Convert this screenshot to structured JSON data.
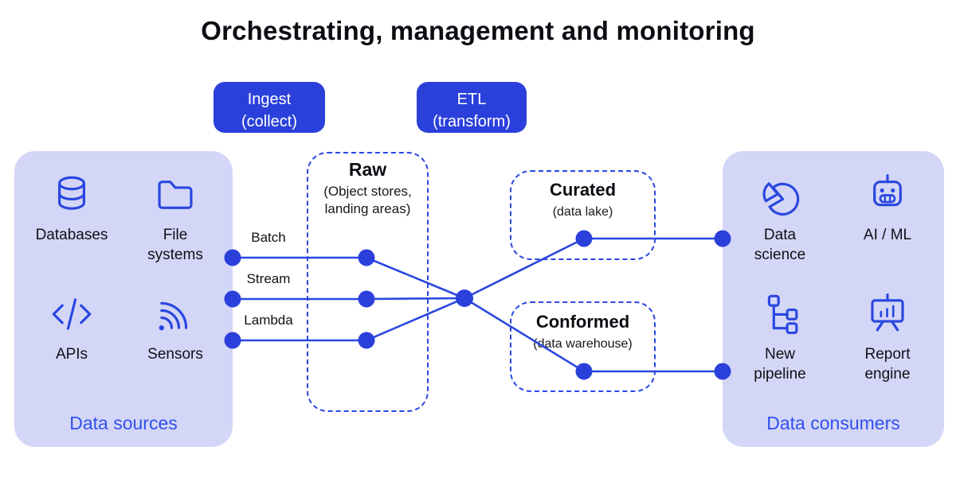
{
  "title": "Orchestrating, management and monitoring",
  "buttons": {
    "ingest": {
      "line1": "Ingest",
      "line2": "(collect)"
    },
    "etl": {
      "line1": "ETL",
      "line2": "(transform)"
    }
  },
  "sources": {
    "title": "Data sources",
    "items": [
      {
        "label": "Databases",
        "icon": "database-icon"
      },
      {
        "label": "File systems",
        "icon": "folder-icon"
      },
      {
        "label": "APIs",
        "icon": "code-icon"
      },
      {
        "label": "Sensors",
        "icon": "sensor-icon"
      }
    ]
  },
  "consumers": {
    "title": "Data consumers",
    "items": [
      {
        "label": "Data science",
        "icon": "pie-chart-icon"
      },
      {
        "label": "AI / ML",
        "icon": "robot-icon"
      },
      {
        "label": "New pipeline",
        "icon": "pipeline-icon"
      },
      {
        "label": "Report engine",
        "icon": "presentation-icon"
      }
    ]
  },
  "zones": {
    "raw": {
      "title": "Raw",
      "subtitle": "(Object stores, landing areas)"
    },
    "curated": {
      "title": "Curated",
      "subtitle": "(data lake)"
    },
    "conformed": {
      "title": "Conformed",
      "subtitle": "(data warehouse)"
    }
  },
  "flow_labels": {
    "batch": "Batch",
    "stream": "Stream",
    "lambda": "Lambda"
  },
  "colors": {
    "primary_blue": "#2b40da",
    "line_blue": "#2947e0",
    "panel_lavender": "#d4d6f7",
    "panel_title_blue": "#3150ee",
    "text_black": "#0c0c13"
  }
}
